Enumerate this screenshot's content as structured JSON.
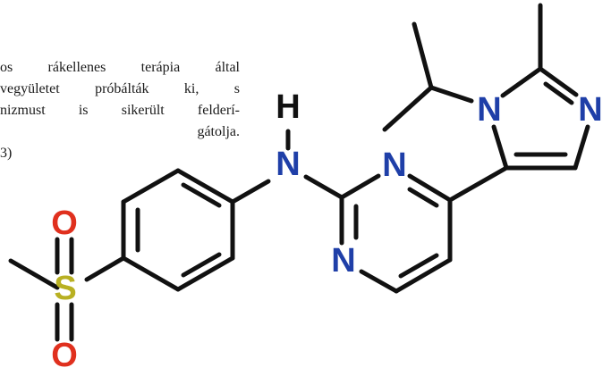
{
  "text_lines": [
    "os rákellenes terápia által",
    "vegyületet próbálták ki, s",
    "nizmust is sikerült felderí-",
    "gátolja.",
    "3)"
  ],
  "atoms": {
    "H": "H",
    "N_amine": "N",
    "N_pyrimidine_top": "N",
    "N_pyrimidine_bottom": "N",
    "N_imidazole_left": "N",
    "N_imidazole_right": "N",
    "S": "S",
    "O_top": "O",
    "O_bottom": "O"
  },
  "colors": {
    "nitrogen": "#1f3fa8",
    "sulfur": "#b8b022",
    "oxygen": "#e0301e",
    "hydrogen": "#111111",
    "bond": "#111111",
    "text": "#1a1a1a"
  }
}
